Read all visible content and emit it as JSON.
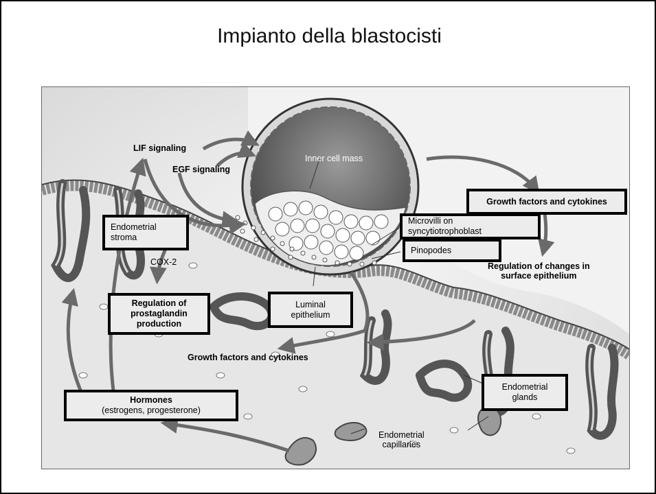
{
  "slide": {
    "title": "Impianto della blastocisti"
  },
  "labels": {
    "lif": "LIF signaling",
    "egf": "EGF signaling",
    "inner_cell_mass": "Inner cell mass",
    "cox2": "COX-2",
    "regulation_changes": "Regulation of changes in\nsurface epithelium",
    "growth_factors_lower": "Growth factors and cytokines",
    "capillaries": "Endometrial\ncapillaries"
  },
  "boxes": {
    "growth_factors_upper": "Growth factors and cytokines",
    "microvilli": "Microvilli on\nsyncytiotrophoblast",
    "pinopodes": "Pinopodes",
    "stroma": "Endometrial\nstroma",
    "prostaglandin": "Regulation of\nprostaglandin\nproduction",
    "luminal": "Luminal\nepithelium",
    "glands": "Endometrial\nglands",
    "hormones_title": "Hormones",
    "hormones_detail": "(estrogens, progesterone)"
  }
}
